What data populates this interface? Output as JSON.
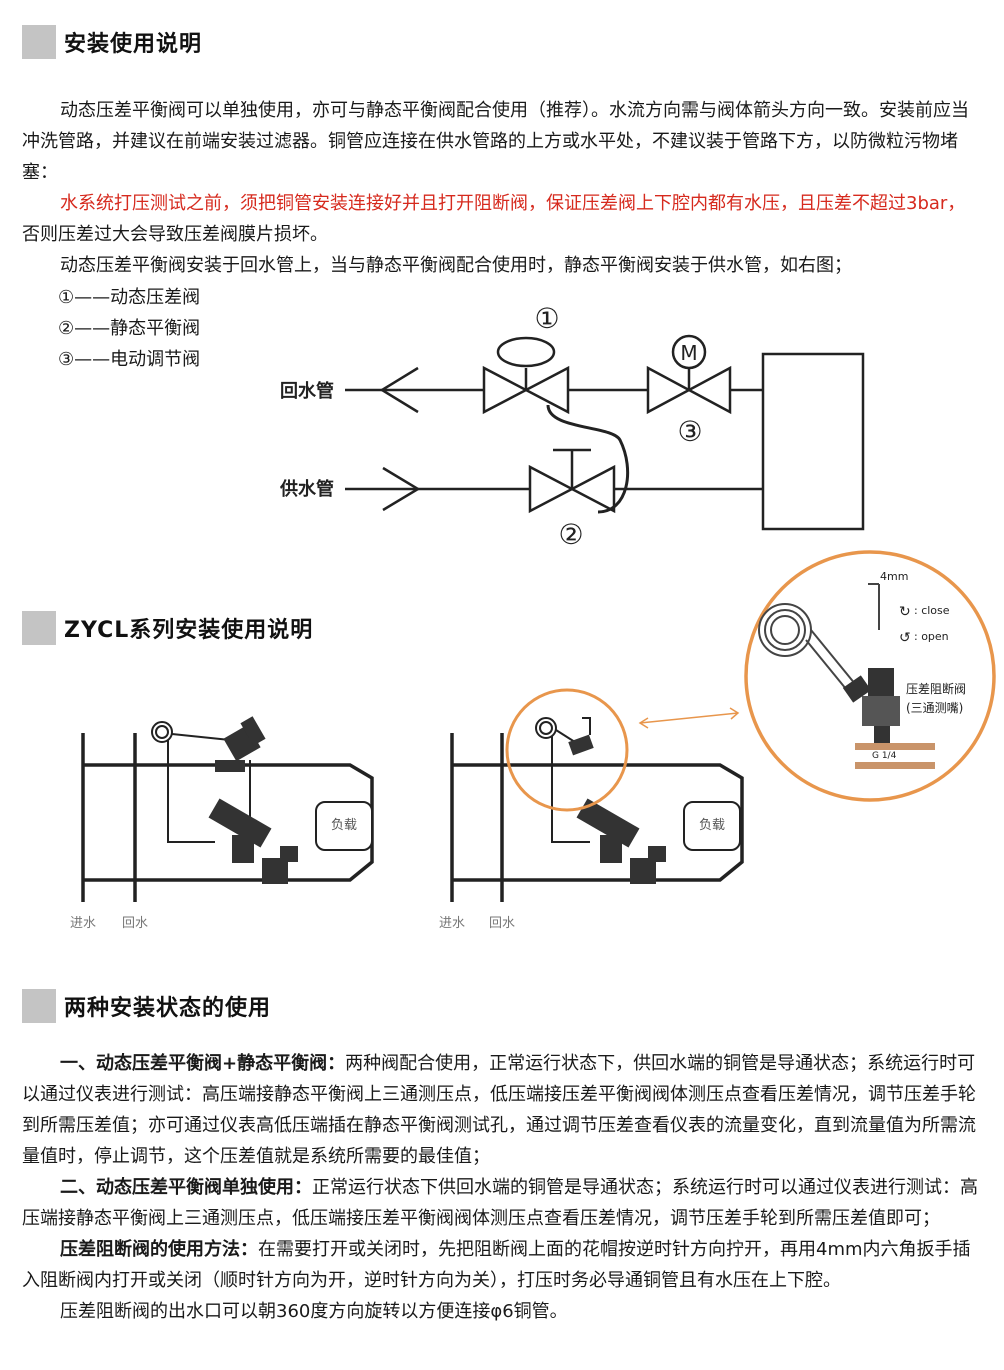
{
  "section1": {
    "title": "安装使用说明",
    "p1": "动态压差平衡阀可以单独使用，亦可与静态平衡阀配合使用（推荐）。水流方向需与阀体箭头方向一致。安装前应当冲洗管路，并建议在前端安装过滤器。铜管应连接在供水管路的上方或水平处，不建议装于管路下方，以防微粒污物堵塞：",
    "p2_red": "水系统打压测试之前，须把铜管安装连接好并且打开阻断阀，保证压差阀上下腔内都有水压，且压差不超过3bar，",
    "p2_rest": "否则压差过大会导致压差阀膜片损坏。",
    "p3": "动态压差平衡阀安装于回水管上，当与静态平衡阀配合使用时，静态平衡阀安装于供水管，如右图；",
    "legend": [
      "①——动态压差阀",
      "②——静态平衡阀",
      "③——电动调节阀"
    ]
  },
  "diagram1": {
    "return_label": "回水管",
    "supply_label": "供水管",
    "n1": "①",
    "n2": "②",
    "n3": "③",
    "motor": "M"
  },
  "section2": {
    "title": "ZYCL系列安装使用说明",
    "load_label": "负载",
    "inlet_label": "进水",
    "return_label": "回水",
    "inset": {
      "size_label": "4mm",
      "close": ": close",
      "open": ": open",
      "valve_label_1": "压差阻断阀",
      "valve_label_2": "(三通测嘴)",
      "thread": "G 1/4"
    }
  },
  "section3": {
    "title": "两种安装状态的使用",
    "p1_bold": "一、动态压差平衡阀+静态平衡阀：",
    "p1": "两种阀配合使用，正常运行状态下，供回水端的铜管是导通状态；系统运行时可以通过仪表进行测试：高压端接静态平衡阀上三通测压点，低压端接压差平衡阀阀体测压点查看压差情况，调节压差手轮到所需压差值；亦可通过仪表高低压端插在静态平衡阀测试孔，通过调节压差查看仪表的流量变化，直到流量值为所需流量值时，停止调节，这个压差值就是系统所需要的最佳值；",
    "p2_bold": "二、动态压差平衡阀单独使用：",
    "p2": "正常运行状态下供回水端的铜管是导通状态；系统运行时可以通过仪表进行测试：高压端接静态平衡阀上三通测压点，低压端接压差平衡阀阀体测压点查看压差情况，调节压差手轮到所需压差值即可；",
    "p3_bold": "压差阻断阀的使用方法：",
    "p3": "在需要打开或关闭时，先把阻断阀上面的花帽按逆时针方向拧开，再用4mm内六角扳手插入阻断阀内打开或关闭（顺时针方向为开，逆时针方向为关），打压时务必导通铜管且有水压在上下腔。",
    "p4": "压差阻断阀的出水口可以朝360度方向旋转以方便连接φ6铜管。"
  }
}
